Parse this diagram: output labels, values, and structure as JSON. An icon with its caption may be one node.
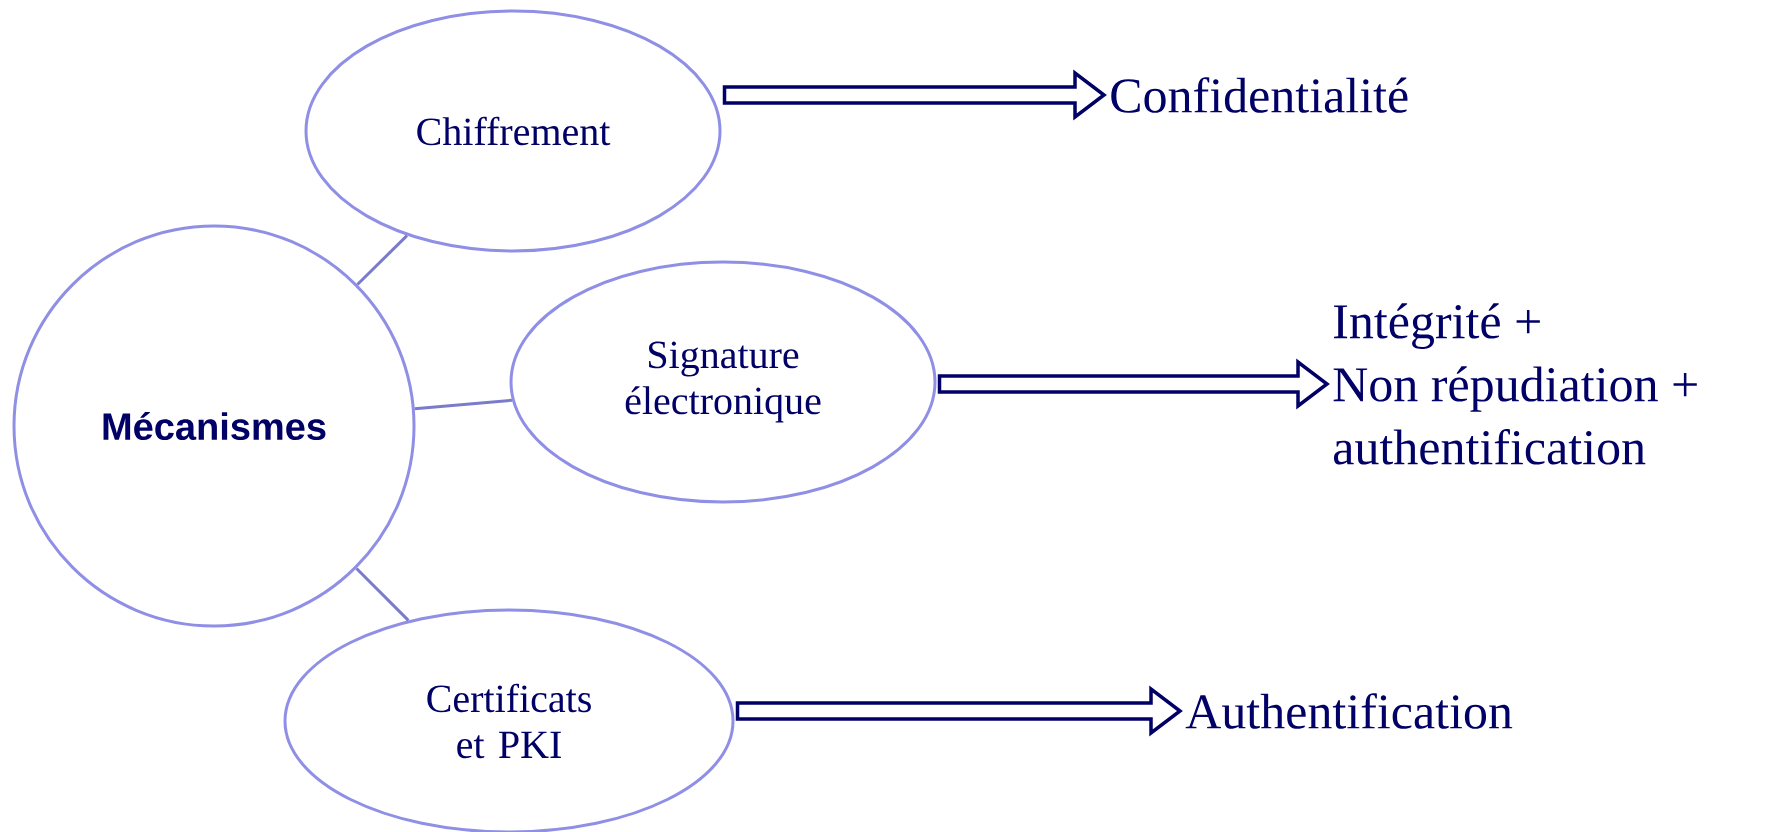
{
  "diagram": {
    "nodes": [
      {
        "text": [
          "Mécanismes"
        ]
      },
      {
        "text": [
          "Chiffrement"
        ]
      },
      {
        "text": [
          "Signature électronique"
        ]
      },
      {
        "text": [
          "Certificats et PKI"
        ]
      },
      {
        "text": [
          "Confidentialité"
        ]
      },
      {
        "text": [
          "Intégrité + Non répudiation + authentification"
        ]
      },
      {
        "text": [
          "Authentification"
        ]
      }
    ],
    "edges": [
      {
        "from": 0,
        "to": 1,
        "arrow": "none",
        "color": "#7b7bcc"
      },
      {
        "from": 0,
        "to": 2,
        "arrow": "none",
        "color": "#7b7bcc"
      },
      {
        "from": 0,
        "to": 3,
        "arrow": "none",
        "color": "#7b7bcc"
      },
      {
        "from": 1,
        "to": 4,
        "arrow": "to",
        "style": "thick",
        "color": "#000066"
      },
      {
        "from": 2,
        "to": 5,
        "arrow": "to",
        "style": "thick",
        "color": "#000066"
      },
      {
        "from": 3,
        "to": 6,
        "arrow": "to",
        "style": "thick",
        "color": "#000066"
      }
    ]
  }
}
